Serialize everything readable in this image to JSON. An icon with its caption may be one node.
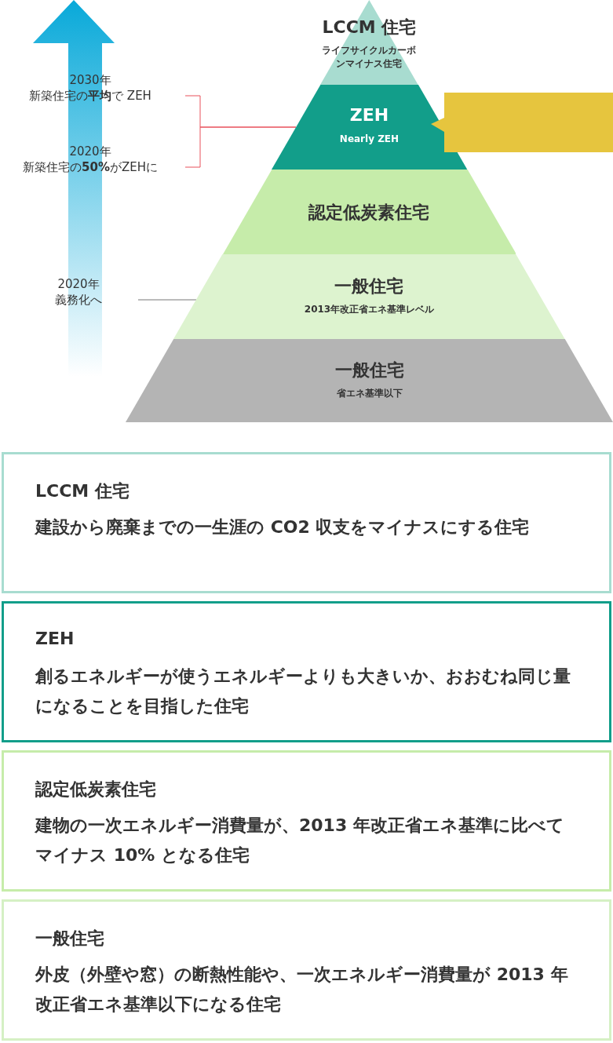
{
  "diagram": {
    "nodes": [
      {
        "text": [
          "LCCM 住宅",
          "ライフサイクルカーボンマイナス住宅"
        ]
      },
      {
        "text": [
          "ZEH",
          "Nearly ZEH"
        ]
      },
      {
        "text": [],
        "shape": "box"
      },
      {
        "text": [
          "認定低炭素住宅"
        ]
      },
      {
        "text": [
          "一般住宅",
          "2013年改正省エネ基準レベル"
        ]
      },
      {
        "text": [
          "一般住宅",
          "省エネ基準以下"
        ]
      },
      {
        "text": [
          "2030年",
          "新築住宅の**平均**で ZEH"
        ]
      },
      {
        "text": [
          "2020年",
          "新築住宅の**50%**がZEHに"
        ]
      },
      {
        "text": [
          "2020年",
          "義務化へ"
        ]
      },
      {
        "text": [
          "LCCM 住宅",
          "建設から廃棄までの一生涯の CO2 収支をマイナスにする住宅"
        ]
      },
      {
        "text": [
          "ZEH",
          "創るエネルギーが使うエネルギーよりも大きいか、おおむね同じ量になることを目指した住宅"
        ]
      },
      {
        "text": [
          "認定低炭素住宅",
          "建物の一次エネルギー消費量が、2013 年改正省エネ基準に比べてマイナス 10% となる住宅"
        ]
      },
      {
        "text": [
          "一般住宅",
          "外皮（外壁や窓）の断熱性能や、一次エネルギー消費量が 2013 年改正省エネ基準以下になる住宅"
        ]
      }
    ],
    "edges": [
      {
        "from": 6,
        "to": 1,
        "arrow": "none",
        "color": "#e8505b"
      },
      {
        "from": 7,
        "to": 1,
        "arrow": "none",
        "color": "#e8505b"
      },
      {
        "from": 8,
        "to": 4,
        "arrow": "none",
        "color": "#777777"
      }
    ]
  }
}
